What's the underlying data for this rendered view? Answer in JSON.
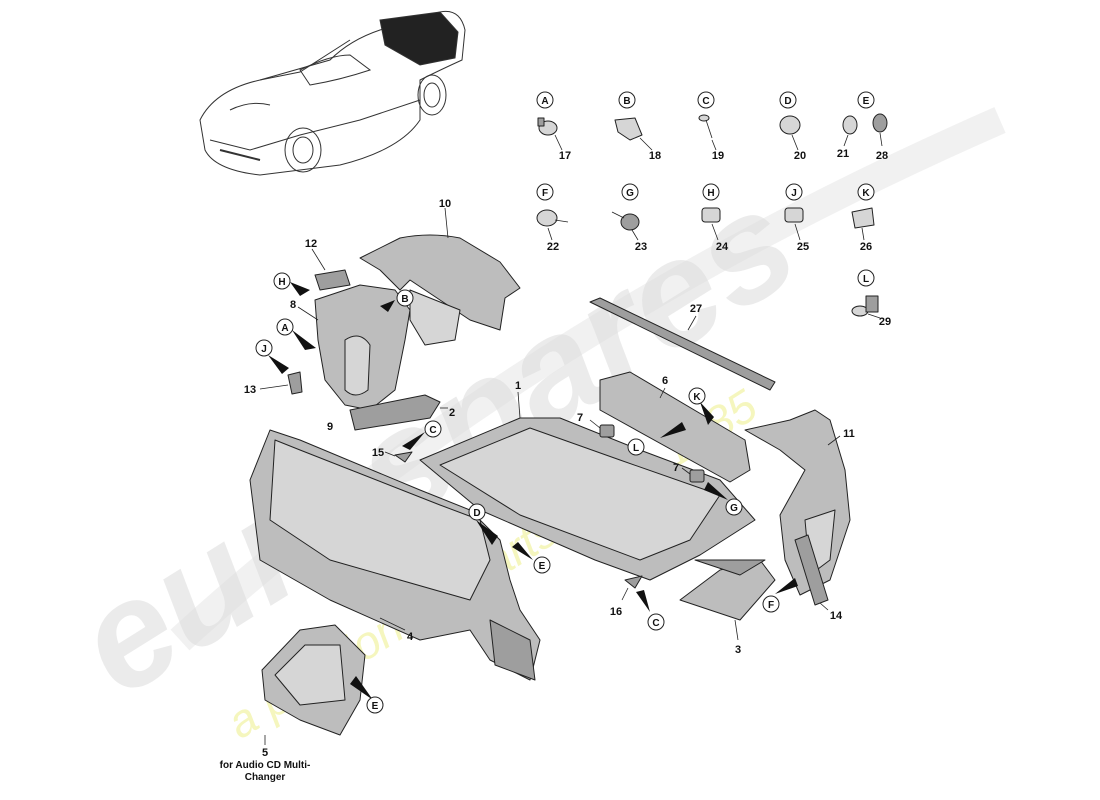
{
  "watermark": {
    "brand": "eurospares",
    "tagline": "a passion for parts since 1985"
  },
  "callouts": {
    "n1": "1",
    "n2": "2",
    "n3": "3",
    "n4": "4",
    "n5": "5",
    "n6": "6",
    "n7": "7",
    "n8": "8",
    "n9": "9",
    "n10": "10",
    "n11": "11",
    "n12": "12",
    "n13": "13",
    "n14": "14",
    "n15": "15",
    "n16": "16",
    "n17": "17",
    "n18": "18",
    "n19": "19",
    "n20": "20",
    "n21": "21",
    "n22": "22",
    "n23": "23",
    "n24": "24",
    "n25": "25",
    "n26": "26",
    "n27": "27",
    "n28": "28",
    "n29": "29"
  },
  "letters": {
    "A": "A",
    "B": "B",
    "C": "C",
    "D": "D",
    "E": "E",
    "F": "F",
    "G": "G",
    "H": "H",
    "J": "J",
    "K": "K",
    "L": "L"
  },
  "note_part5": "for Audio CD Multi-Changer",
  "icons": {
    "pointer": "arrow-pointer-icon",
    "fastener": "fastener-icon"
  }
}
